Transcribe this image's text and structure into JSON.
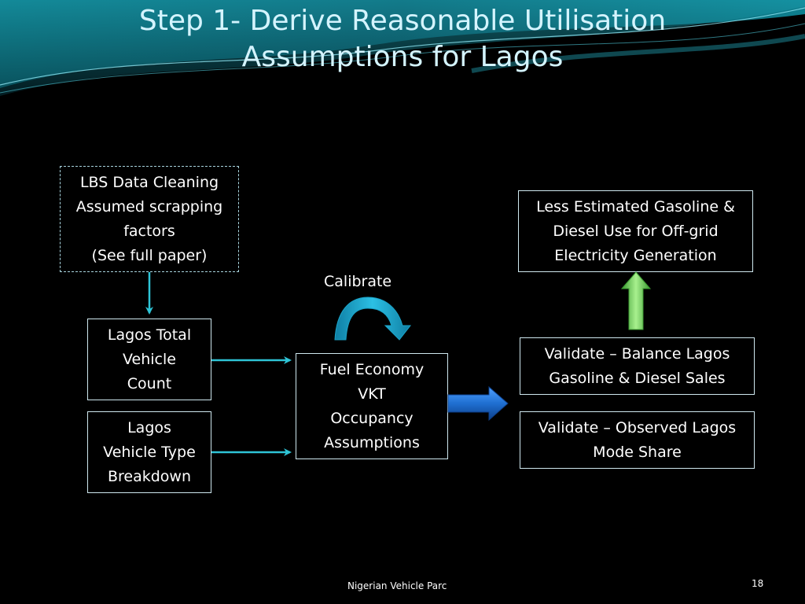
{
  "slide": {
    "title_line1": "Step 1- Derive Reasonable Utilisation",
    "title_line2": "Assumptions for Lagos",
    "footer_text": "Nigerian Vehicle Parc",
    "page_number": "18"
  },
  "nodes": {
    "lbs_data_cleaning": {
      "lines": [
        "LBS Data Cleaning",
        "Assumed scrapping",
        "factors",
        "(See full paper)"
      ]
    },
    "lagos_total_vehicle_count": {
      "lines": [
        "Lagos Total",
        "Vehicle",
        "Count"
      ]
    },
    "lagos_vehicle_type_breakdown": {
      "lines": [
        "Lagos",
        "Vehicle Type",
        "Breakdown"
      ]
    },
    "fuel_economy_assumptions": {
      "lines": [
        "Fuel Economy",
        "VKT",
        "Occupancy",
        "Assumptions"
      ]
    },
    "less_estimated_gasoline": {
      "lines": [
        "Less Estimated Gasoline &",
        "Diesel Use for Off-grid",
        "Electricity Generation"
      ]
    },
    "validate_balance": {
      "lines": [
        "Validate – Balance Lagos",
        "Gasoline & Diesel Sales"
      ]
    },
    "validate_mode_share": {
      "lines": [
        "Validate – Observed Lagos",
        "Mode Share"
      ]
    }
  },
  "labels": {
    "calibrate": "Calibrate"
  },
  "colors": {
    "background": "#000000",
    "title_text": "#d4f4ff",
    "connector_cyan": "#2ec4d6",
    "calibrate_arrow": "#1aa3c8",
    "blue_arrow": "#1f6fd1",
    "green_arrow": "#5fc24a"
  }
}
